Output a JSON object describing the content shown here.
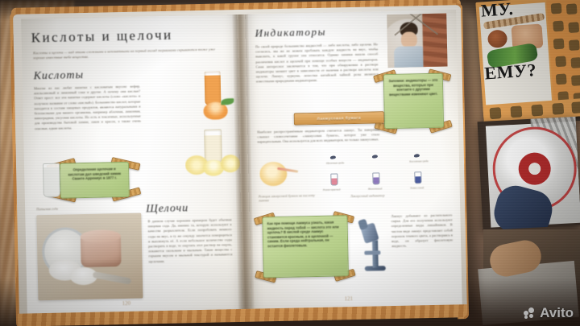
{
  "scene": {
    "kind": "photo-of-open-book",
    "watermark": "Avito",
    "background_items": [
      {
        "name": "book-pochemu",
        "title_top": "МУ.",
        "title_bottom": "ЕМУ?"
      },
      {
        "name": "book-with-cd",
        "label": ""
      },
      {
        "name": "hand-and-page",
        "label": ""
      }
    ]
  },
  "left_page": {
    "page_number": "120",
    "title": "Кислоты и щелочи",
    "intro": "Кислоты и щелочи — над этими сложными и непонятными на первый взгляд терминами скрываются тоже уже хорошо известные тебе вещества.",
    "section_title": "Кислоты",
    "body_1": "Многие из нас любят напитки с кисловатым вкусом: кефир, апельсиновый и лимонный соки и другие. А почему они кислые? Ответ прост: все эти напитки содержат кислоты (слово «кислота» и получило название от слова «кислый»). Большинство кислот, которые находятся в составе пищевых продуктов, являются натуральными и безопасными для нашего организма, например яблочная, лимонная, виноградная, уксусная кислоты. Но есть и токсичные, используемые для производства бытовой химии, лаков и красок, а также очень опасные, едкие кислоты.",
    "callout_1": "Определение щелочам и кислотам дал шведский химик Сванте Аррениус в 1877 г.",
    "caption_glass": "Питьевая сода",
    "section_title_2": "Щелочи",
    "body_2": "В данном случае хорошим примером будет обычная пищевая сода. Да, именно та, которую используют в качестве разрыхлителя. Если попробовать немного соды на вкус, в ту же секунду захочется поморщиться и выплюнуть её. А если небольшое количество соды растворить в воде, то ощутить этот раствор на ощупь, покажется скользким и мыльным. Такие вещества с горьким вкусом и мыльной текстурой и называются щелочами.",
    "illustrations": [
      {
        "name": "orange-juice-photo",
        "alt": "стакан апельсинового сока с дольками апельсина"
      },
      {
        "name": "lemon-juice-photo",
        "alt": "стакан лимонного сока с дольками лимона"
      },
      {
        "name": "baking-soda-photo",
        "alt": "питьевая сода в миске и ложке"
      },
      {
        "name": "milk-glass-photo",
        "alt": "стакан с белой жидкостью"
      }
    ]
  },
  "right_page": {
    "page_number": "121",
    "title": "Индикаторы",
    "body_1": "По своей природе большинство жидкостей — либо кислоты, либо щелочи. Но согласись, мы же не можем пробовать каждую жидкость на вкус, чтобы выяснить, к какой группе она относится. Однако химики нашли способ различения кислот и щелочей при помощи особых веществ — индикаторов. Сами интересное заключается в том, что при обнаружении в растворе индикаторы меняют цвет в зависимости от наличия в растворе кислоты или щелочи. Лакмус, куркума, лепестки китайской чайной розы являются известными природными индикаторами.",
    "callout_remember": "Запомни: индикаторы — это вещества, которые при контакте с другими веществами изменяют цвет.",
    "banner_litmus": "Лакмусовая бумага",
    "body_2": "Наиболее распространённым индикатором считается лакмус. Ты наверняка слышал словосочетание «лакмусовая бумага», которое уже стало нарицательным. Она используется для всех индикаторов, но только лакмусовых.",
    "caption_lemon": "Реакция лакмусовой бумаги на кислоту лимона",
    "caption_indicator": "Лакмусовый индикатор",
    "tube_labels_top": [
      "Щелочная среда",
      "",
      "Кислотная среда"
    ],
    "tube_labels_bottom": [
      "Розово-красный",
      "Фиолетовый",
      "Темно-синий"
    ],
    "callout_question": "Как при помощи лакмуса узнать, какая жидкость перед тобой — кислота это или щелочь? В кислой среде лакмус становится красным, а в щелочной — синим. Если среда нейтральная, он остается фиолетовым.",
    "body_3": "Лакмус добывают из растительного сырья. Для его получения используют определенные виды лишайников. В чистом виде лакмус представляет собой порошок темного цвета, а растворяясь в воде, он образует фиолетовую жидкость.",
    "illustrations": [
      {
        "name": "boy-photo",
        "alt": "мальчик с пробиркой"
      },
      {
        "name": "lemon-litmus-photo",
        "alt": "лакмусовая полоска на лимоне"
      },
      {
        "name": "microscope-photo",
        "alt": "микроскоп"
      }
    ]
  },
  "colors": {
    "page": "#fbfaf6",
    "book_edge": "#e7a45c",
    "callout_green": "#bcd38f",
    "banner_orange": "#d99a4e",
    "ink": "#2b2b2b",
    "desk": "#a07c5d"
  }
}
